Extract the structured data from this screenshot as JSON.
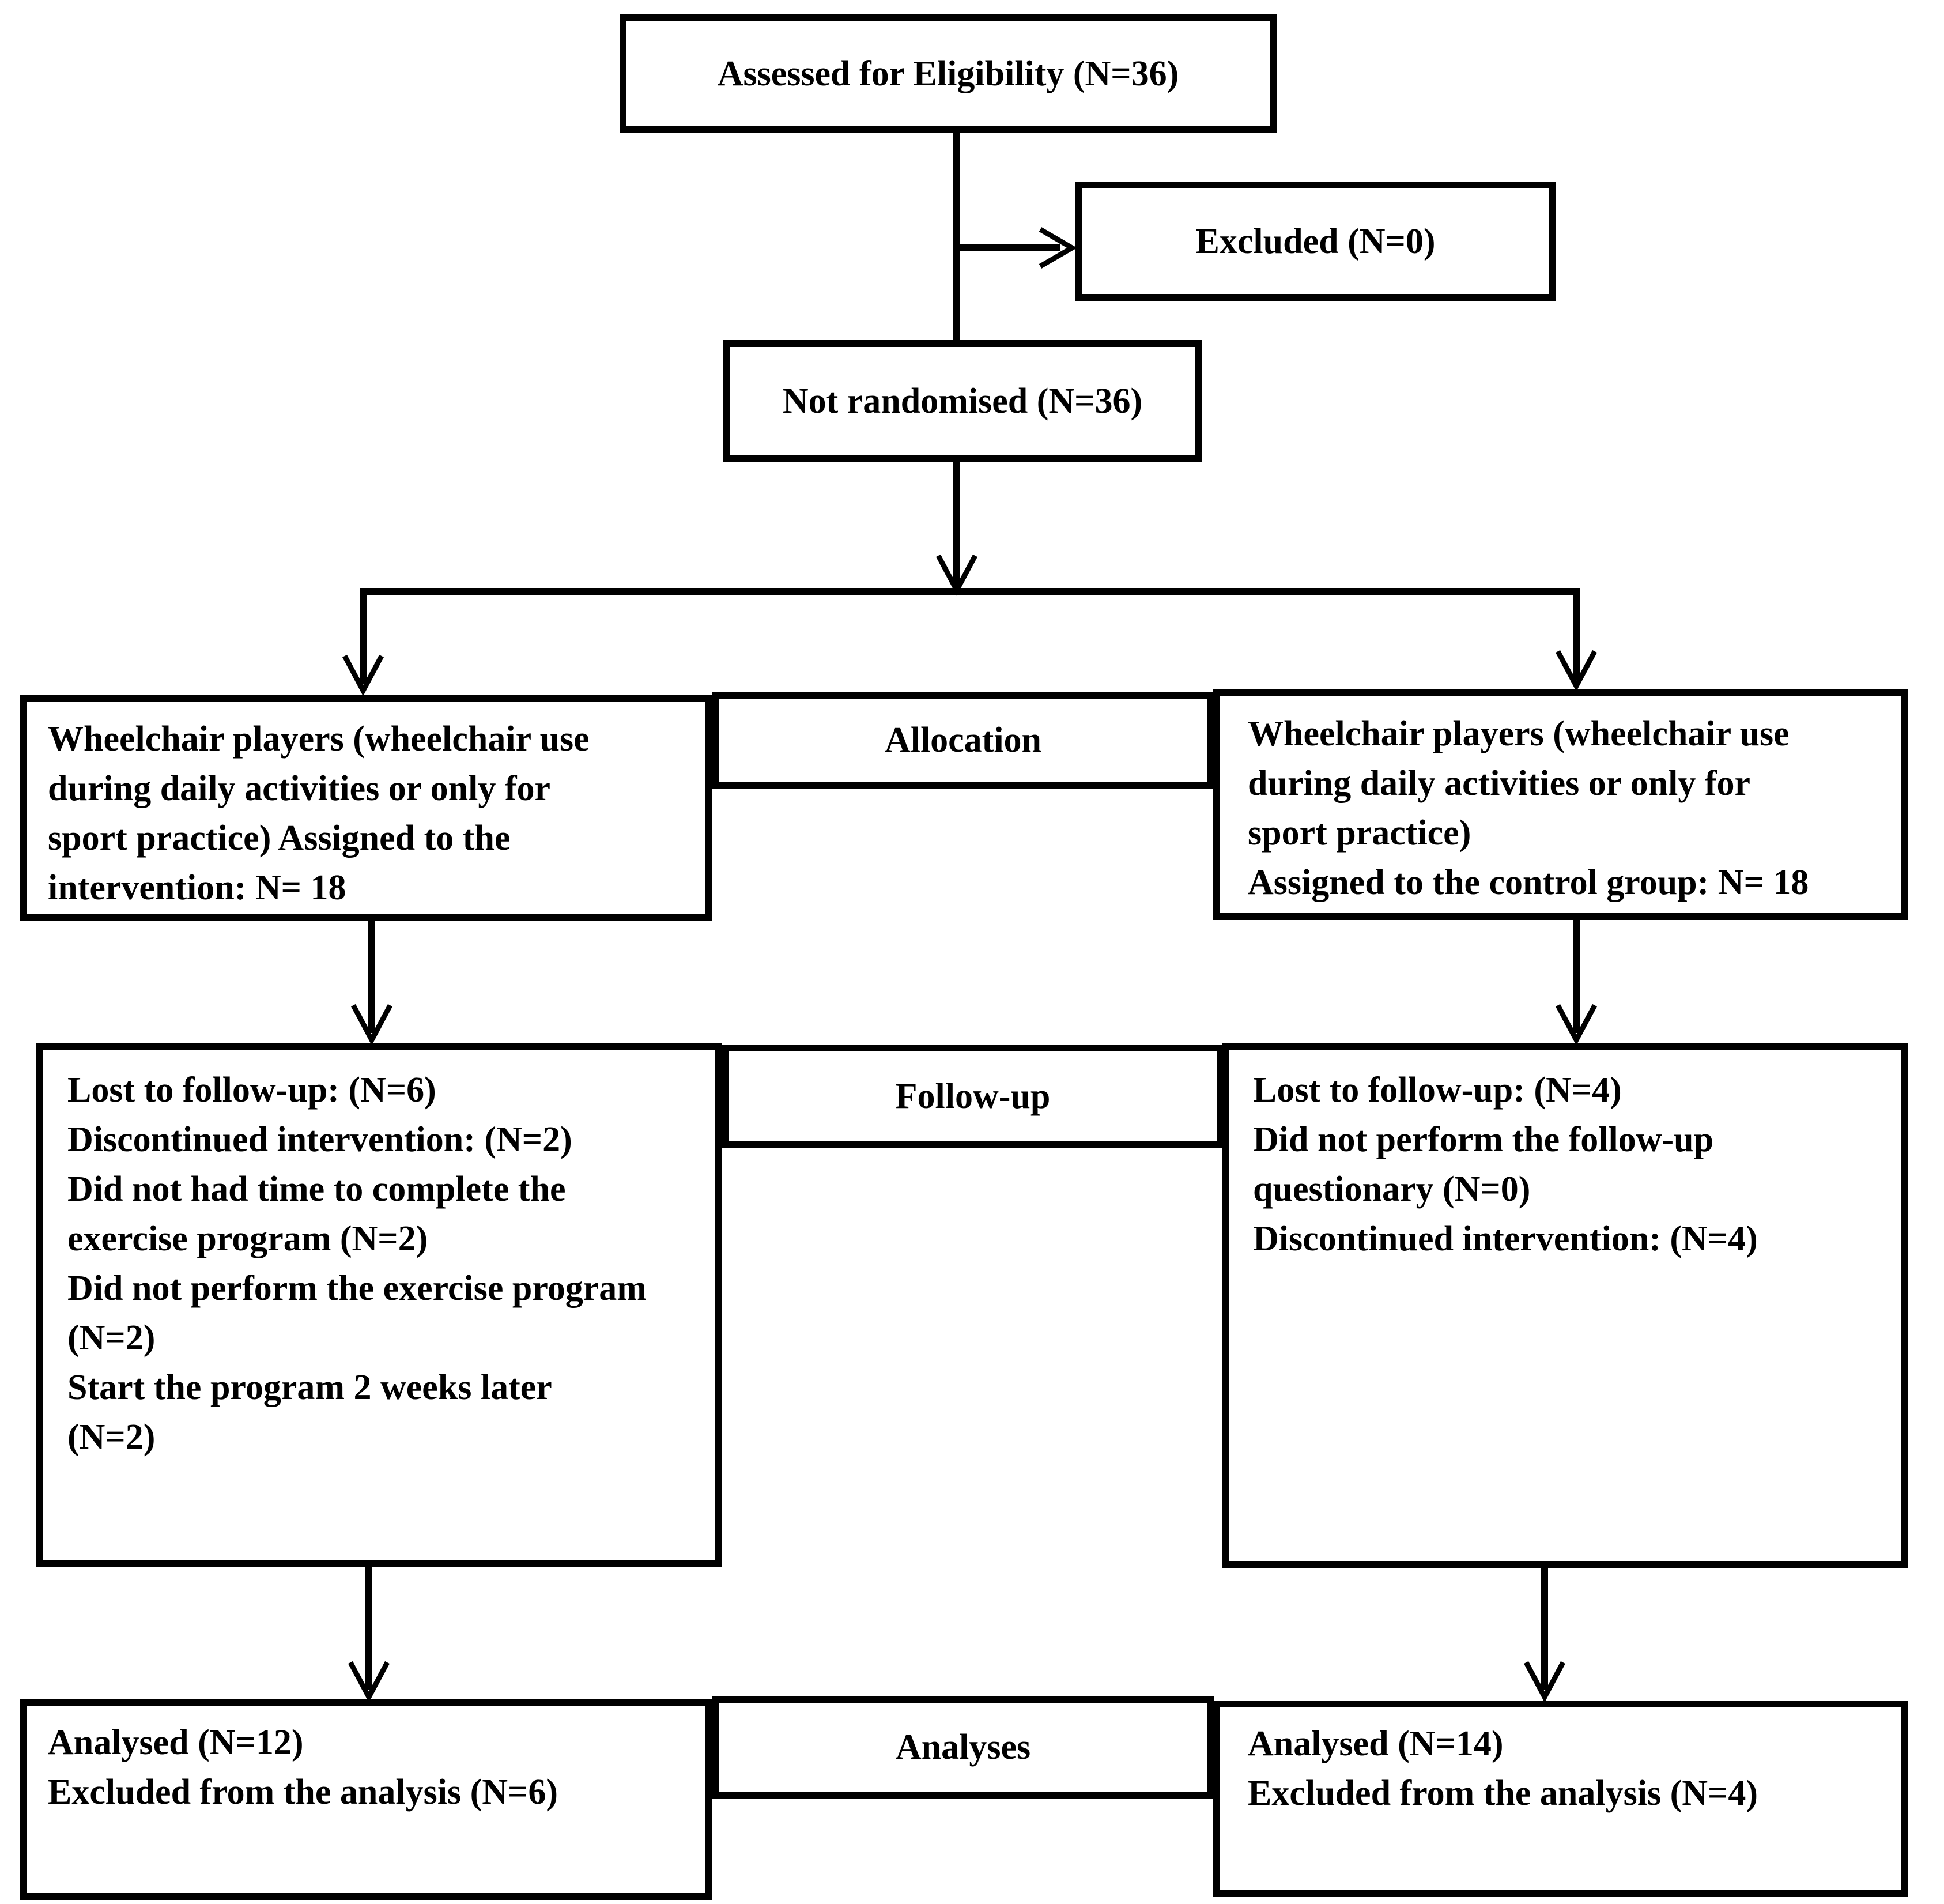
{
  "colors": {
    "ink": "#000000",
    "paper": "#ffffff"
  },
  "boxes": {
    "assessed": "Assessed for Eligibility (N=36)",
    "excluded": "Excluded (N=0)",
    "not_randomised": "Not randomised (N=36)",
    "allocation_label": "Allocation",
    "intervention_allocation": "Wheelchair players (wheelchair use\nduring daily activities or only for\nsport practice) Assigned to the\nintervention: N= 18",
    "control_allocation": "Wheelchair players (wheelchair use\nduring daily activities or only for\nsport practice)\nAssigned to the control group: N= 18",
    "followup_label": "Follow-up",
    "intervention_followup": "Lost to follow-up: (N=6)\nDiscontinued intervention: (N=2)\nDid not had time to complete the\nexercise program (N=2)\nDid not perform the exercise program\n(N=2)\nStart the program 2 weeks later\n (N=2)",
    "control_followup": "Lost to follow-up: (N=4)\nDid not perform the follow-up\nquestionary (N=0)\nDiscontinued intervention: (N=4)",
    "analyses_label": "Analyses",
    "intervention_analysis": "Analysed (N=12)\nExcluded from the analysis (N=6)",
    "control_analysis": "Analysed (N=14)\nExcluded from the analysis (N=4)"
  }
}
